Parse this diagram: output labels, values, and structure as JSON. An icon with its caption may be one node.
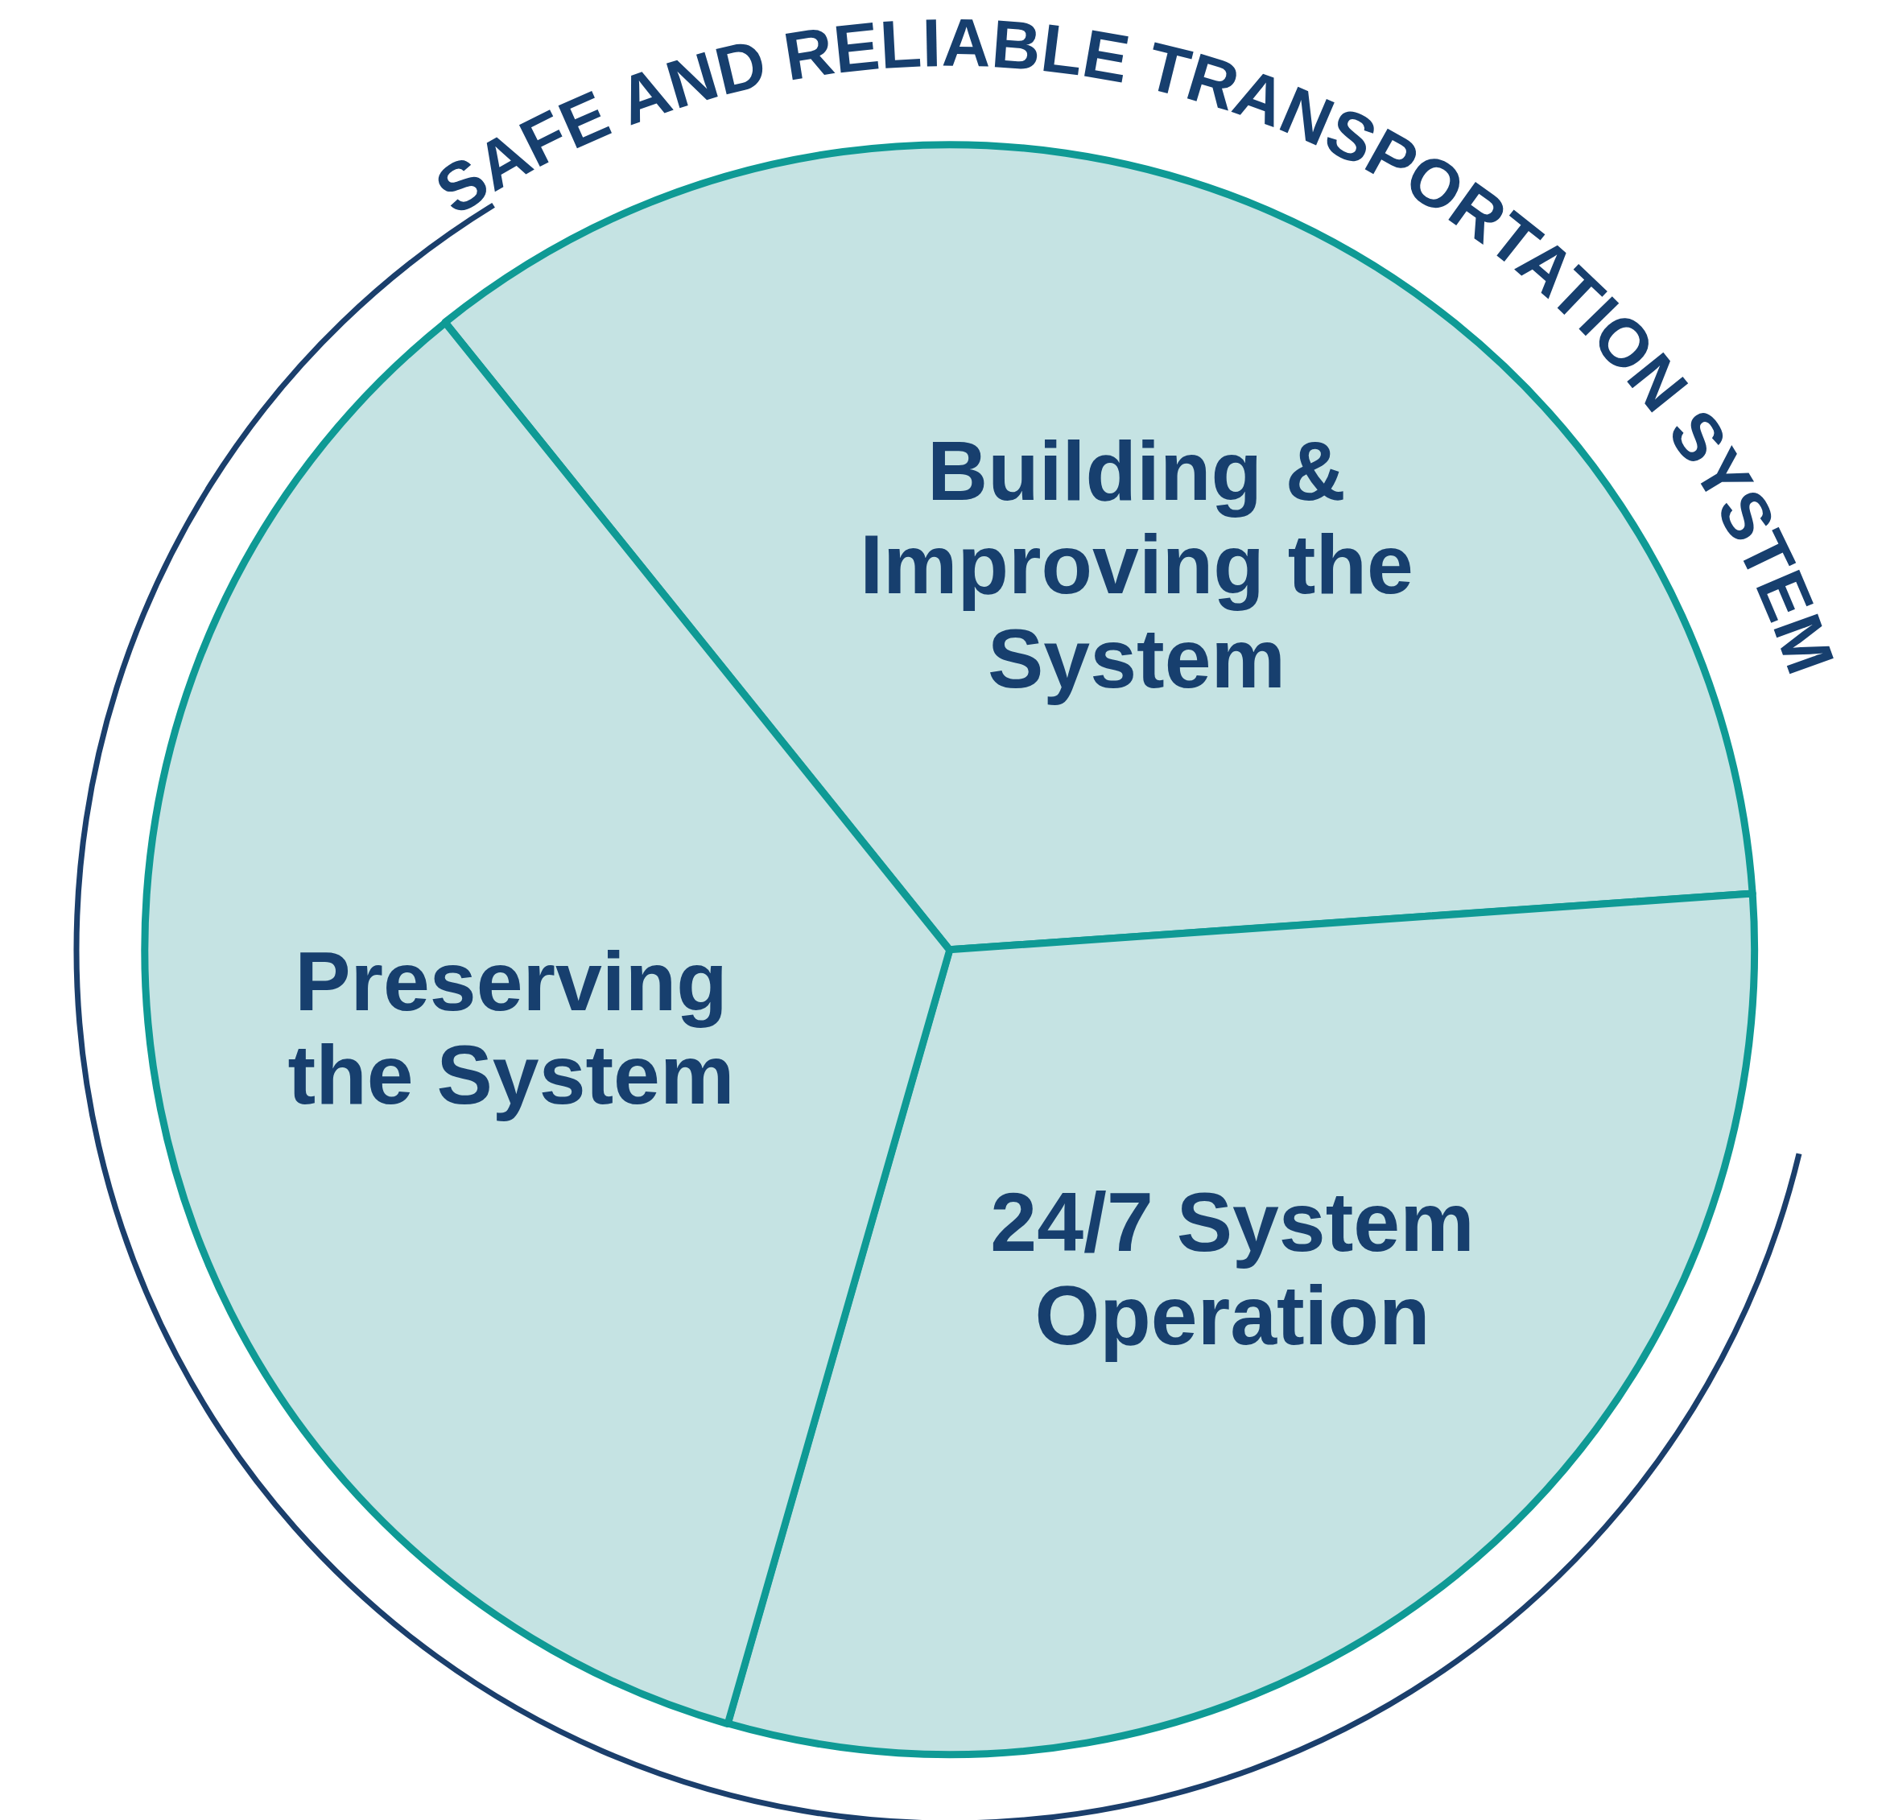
{
  "diagram": {
    "title": "SAFE AND RELIABLE TRANSPORTATION SYSTEM",
    "nodes": [
      {
        "text": [
          "Building & Improving the System"
        ]
      },
      {
        "text": [
          "24/7 System Operation"
        ]
      },
      {
        "text": [
          "Preserving the System"
        ]
      }
    ]
  }
}
